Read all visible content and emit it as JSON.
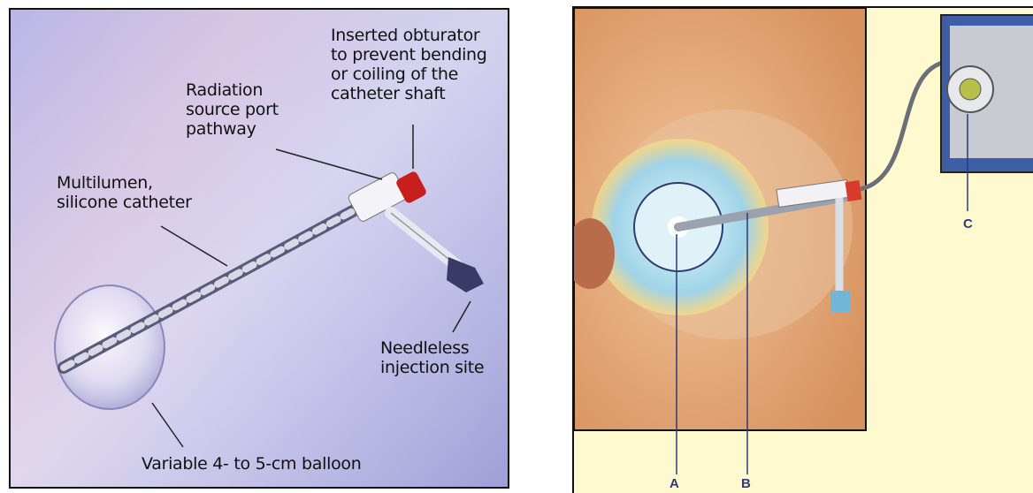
{
  "left_figure": {
    "labels": {
      "obturator": "Inserted obturator to prevent bending or coiling of the catheter shaft",
      "obturator_lines": [
        "Inserted obturator",
        "to prevent bending",
        "or coiling of the",
        "catheter shaft"
      ],
      "radiation_lines": [
        "Radiation",
        "source port",
        "pathway"
      ],
      "catheter_lines": [
        "Multilumen,",
        "silicone catheter"
      ],
      "injection_lines": [
        "Needleless",
        "injection site"
      ],
      "balloon": "Variable 4- to 5-cm balloon"
    }
  },
  "right_figure": {
    "labels": {
      "a": "A",
      "b": "B",
      "c": "C"
    }
  },
  "colors": {
    "left_background": "#b6b2e4",
    "right_background": "#fff9cf",
    "callout_letters": "#2d3a78",
    "catheter_cap": "#c81e1e"
  }
}
